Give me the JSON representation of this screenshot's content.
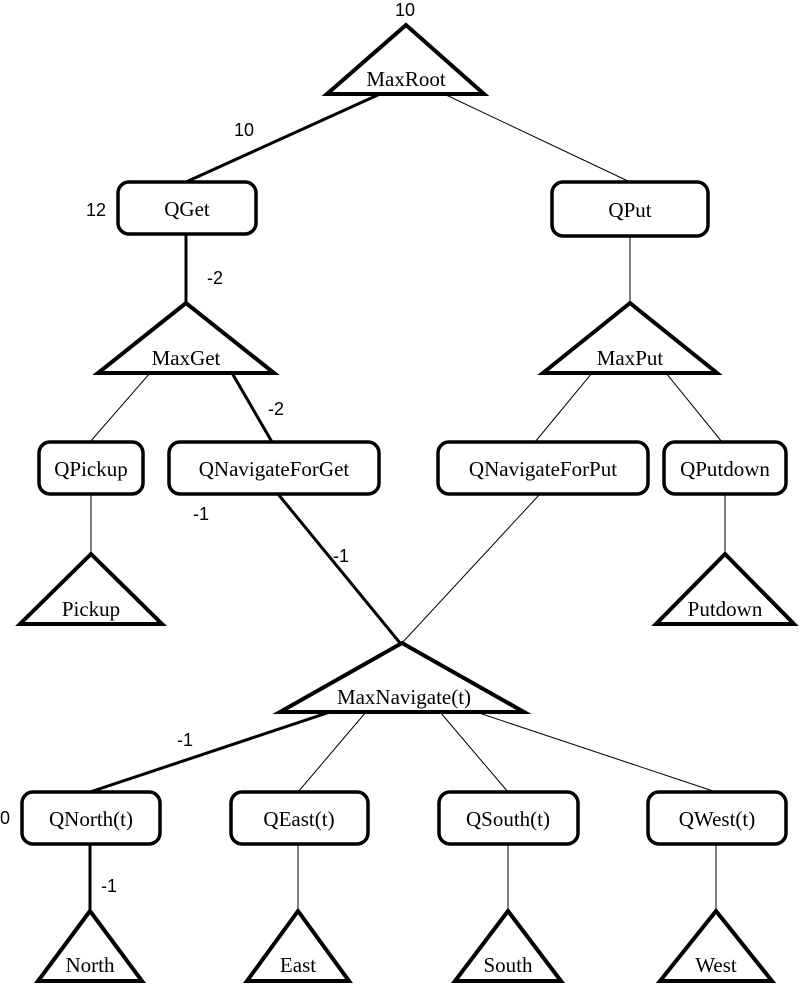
{
  "nodes": {
    "maxroot": "MaxRoot",
    "qget": "QGet",
    "qput": "QPut",
    "maxget": "MaxGet",
    "maxput": "MaxPut",
    "qpickup": "QPickup",
    "qnavigateforget": "QNavigateForGet",
    "qnavigateforput": "QNavigateForPut",
    "qputdown": "QPutdown",
    "pickup": "Pickup",
    "putdown": "Putdown",
    "maxnavigate": "MaxNavigate(t)",
    "qnorth": "QNorth(t)",
    "qeast": "QEast(t)",
    "qsouth": "QSouth(t)",
    "qwest": "QWest(t)",
    "north": "North",
    "east": "East",
    "south": "South",
    "west": "West"
  },
  "values": {
    "maxroot_value": "10",
    "root_qget_edge": "10",
    "qget_value": "12",
    "qget_maxget_edge": "-2",
    "maxget_qnavget_edge": "-2",
    "qnavget_value": "-1",
    "qnavget_maxnav_edge": "-1",
    "maxnav_qnorth_edge": "-1",
    "qnorth_value": "0",
    "qnorth_north_edge": "-1"
  }
}
